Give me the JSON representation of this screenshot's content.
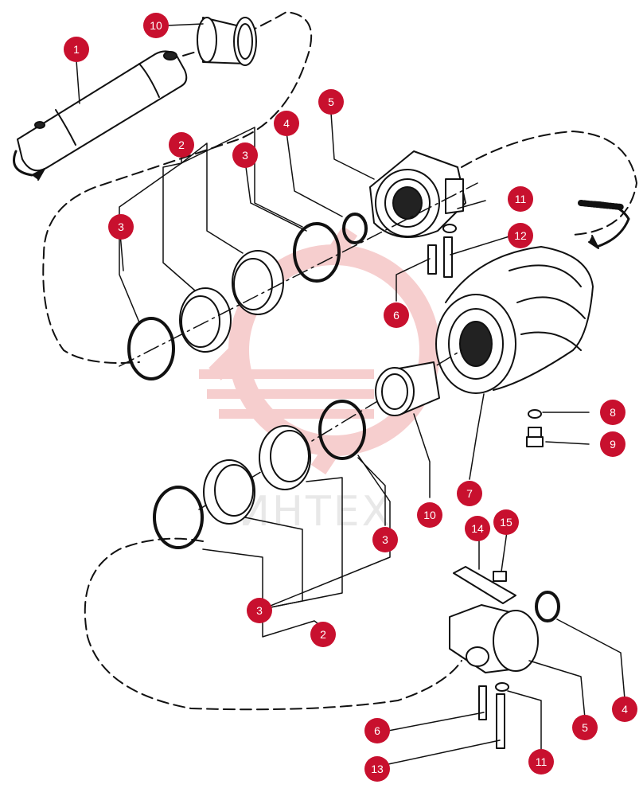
{
  "diagram": {
    "watermark_text": "ИНТЕХ",
    "callout_color": "#c8102e",
    "callouts": [
      {
        "id": "c-1a",
        "label": "1"
      },
      {
        "id": "c-10a",
        "label": "10"
      },
      {
        "id": "c-5a",
        "label": "5"
      },
      {
        "id": "c-4a",
        "label": "4"
      },
      {
        "id": "c-2a",
        "label": "2"
      },
      {
        "id": "c-3a",
        "label": "3"
      },
      {
        "id": "c-3b",
        "label": "3"
      },
      {
        "id": "c-11a",
        "label": "11"
      },
      {
        "id": "c-12",
        "label": "12"
      },
      {
        "id": "c-6a",
        "label": "6"
      },
      {
        "id": "c-8",
        "label": "8"
      },
      {
        "id": "c-9",
        "label": "9"
      },
      {
        "id": "c-7",
        "label": "7"
      },
      {
        "id": "c-10b",
        "label": "10"
      },
      {
        "id": "c-3c",
        "label": "3"
      },
      {
        "id": "c-14",
        "label": "14"
      },
      {
        "id": "c-15",
        "label": "15"
      },
      {
        "id": "c-3d",
        "label": "3"
      },
      {
        "id": "c-2b",
        "label": "2"
      },
      {
        "id": "c-4b",
        "label": "4"
      },
      {
        "id": "c-5b",
        "label": "5"
      },
      {
        "id": "c-6b",
        "label": "6"
      },
      {
        "id": "c-13",
        "label": "13"
      },
      {
        "id": "c-11b",
        "label": "11"
      }
    ]
  }
}
